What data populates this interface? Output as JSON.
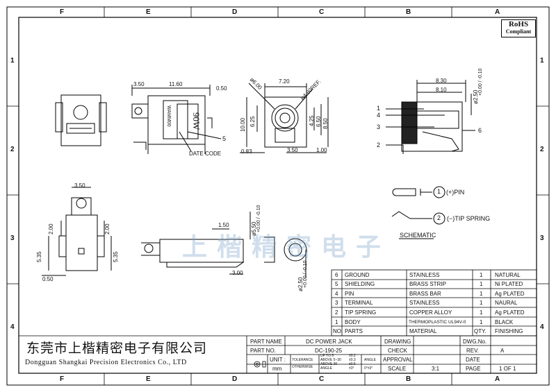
{
  "frame": {
    "zones_top": [
      "F",
      "E",
      "D",
      "C",
      "B",
      "A"
    ],
    "zones_side": [
      "1",
      "2",
      "3",
      "4"
    ]
  },
  "rohs": {
    "line1": "RoHS",
    "line2": "Compliant"
  },
  "company": {
    "cn": "东莞市上楷精密电子有限公司",
    "en": "Dongguan Shangkai Precision Electronics Co., LTD"
  },
  "watermark": "上楷精密电子",
  "dims": {
    "d350a": "3.50",
    "d1160": "11.60",
    "d050a": "0.50",
    "d720": "7.20",
    "d600": "ø6.00",
    "d480": "ø4.80REF.",
    "d1000": "10.00",
    "d625": "6.25",
    "d425": "4.25",
    "d650": "6.50",
    "d850": "8.50",
    "d083": "0.83",
    "d350b": "3.50",
    "d100": "1.00",
    "d830": "8.30",
    "d810": "8.10",
    "d250a": "ø2.50",
    "tol250a": "+0.00 / -0.10",
    "d350c": "3.50",
    "d200a": "2.00",
    "d200b": "2.00",
    "d535a": "5.35",
    "d535b": "5.35",
    "d050b": "0.50",
    "d150": "1.50",
    "d550": "ø5.50",
    "tol550": "+0.00 / -0.10",
    "d300": "3.00",
    "d250b": "ø2.50",
    "tol250b": "+0.00 / -0.10"
  },
  "labels": {
    "date_code": "DATE CODE",
    "code_text": "WAMM00",
    "code_90w": "90W",
    "callout5": "5",
    "c1": "1",
    "c4": "4",
    "c3": "3",
    "c2": "2",
    "c6": "6",
    "pin": "(+)PIN",
    "tip": "(−)TIP SPRING",
    "schematic": "SCHEMATIC",
    "n1": "1",
    "n2": "2"
  },
  "bom": {
    "rows": [
      {
        "no": "6",
        "part": "GROUND",
        "material": "STAINLESS",
        "qty": "1",
        "finish": "NATURAL"
      },
      {
        "no": "5",
        "part": "SHIELDING",
        "material": "BRASS STRIP",
        "qty": "1",
        "finish": "Ni PLATED"
      },
      {
        "no": "4",
        "part": "PIN",
        "material": "BRASS BAR",
        "qty": "1",
        "finish": "Ag PLATED"
      },
      {
        "no": "3",
        "part": "TERMINAL",
        "material": "STAINLESS",
        "qty": "1",
        "finish": "NAURAL"
      },
      {
        "no": "2",
        "part": "TIP SPRING",
        "material": "COPPER ALLOY",
        "qty": "1",
        "finish": "Ag PLATED"
      },
      {
        "no": "1",
        "part": "BODY",
        "material": "THERMOPLASTIC UL94V-0",
        "qty": "1",
        "finish": "BLACK"
      }
    ],
    "header": {
      "no": "NO.",
      "part": "PARTS",
      "material": "MATERIAL",
      "qty": "QTY.",
      "finish": "FINISHING"
    }
  },
  "title_block": {
    "part_name_label": "PART NAME",
    "part_name": "DC POWER JACK",
    "part_no_label": "PART NO.",
    "part_no": "DC-190-25",
    "unit_label": "UNIT :",
    "unit": "mm",
    "tol_label": "TOLERANCE",
    "tol_other": "OTHERWISE",
    "tol_r1": "UP TO 5",
    "tol_r2": "ABOVE 5~30",
    "tol_r3": "ABOVE 30",
    "tol_r4": "ANGLE",
    "tol_v1": "±0.2",
    "tol_v2": "±0.3",
    "tol_v3": "±0.5",
    "tol_v4": "±3°",
    "angle_label": "ANGLE",
    "angle_val": "0°±3°",
    "drawing": "DRAWING",
    "check": "CHECK",
    "approval": "APPROVAL",
    "scale_label": "SCALE",
    "scale": "3:1",
    "dwg_no": "DWG.No.",
    "rev_label": "REV.",
    "rev": "A",
    "date": "DATE",
    "page_label": "PAGE",
    "page": "1 OF 1"
  }
}
